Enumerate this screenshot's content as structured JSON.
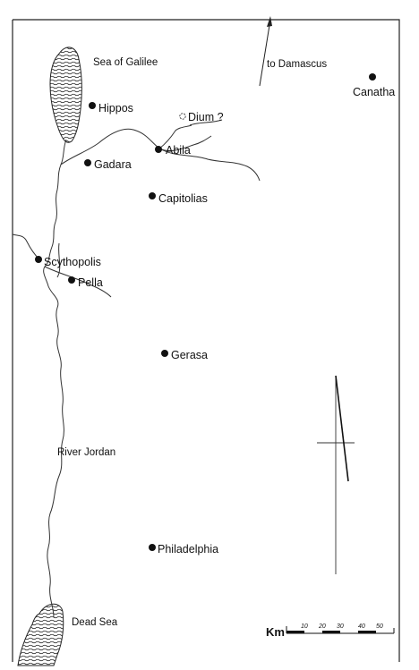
{
  "map": {
    "water_labels": {
      "sea_of_galilee": "Sea of Galilee",
      "dead_sea": "Dead Sea",
      "river_jordan": "River Jordan"
    },
    "direction": {
      "to_damascus": "to Damascus"
    },
    "cities": {
      "hippos": "Hippos",
      "dium": "Dium ?",
      "abila": "Abila",
      "gadara": "Gadara",
      "capitolias": "Capitolias",
      "scythopolis": "Scythopolis",
      "pella": "Pella",
      "gerasa": "Gerasa",
      "philadelphia": "Philadelphia",
      "canatha": "Canatha"
    },
    "scale": {
      "unit": "Km",
      "ticks": [
        "10",
        "20",
        "30",
        "40",
        "50"
      ]
    }
  }
}
